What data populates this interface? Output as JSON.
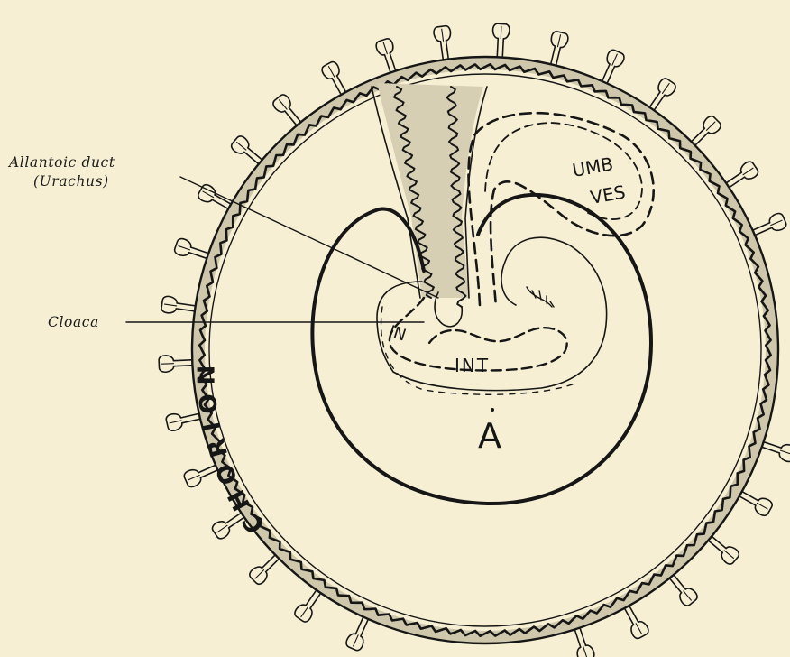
{
  "labels": {
    "allantoic_duct": "Allantoic duct",
    "urachus": "(Urachus)",
    "cloaca": "Cloaca",
    "chorion": "CHORION",
    "umb_line1": "UMB",
    "umb_line2": "VES",
    "intestine": "INT",
    "intestine_end": "IN",
    "amnion": "A"
  },
  "colors": {
    "paper": "#f6efd3",
    "ink": "#161616",
    "mesoderm_stipple": "#b9b29a"
  }
}
